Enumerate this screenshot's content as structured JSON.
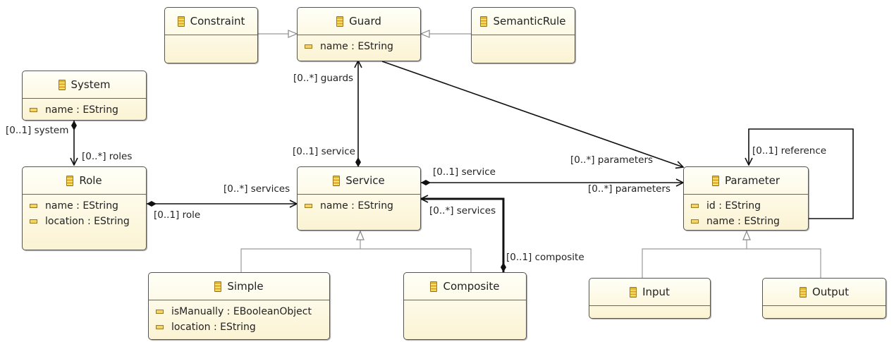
{
  "classes": {
    "constraint": {
      "name": "Constraint",
      "attributes": []
    },
    "guard": {
      "name": "Guard",
      "attributes": [
        "name : EString"
      ]
    },
    "semantic_rule": {
      "name": "SemanticRule",
      "attributes": []
    },
    "system": {
      "name": "System",
      "attributes": [
        "name : EString"
      ]
    },
    "role": {
      "name": "Role",
      "attributes": [
        "name : EString",
        "location : EString"
      ]
    },
    "service": {
      "name": "Service",
      "attributes": [
        "name : EString"
      ]
    },
    "parameter": {
      "name": "Parameter",
      "attributes": [
        "id : EString",
        "name : EString"
      ]
    },
    "simple": {
      "name": "Simple",
      "attributes": [
        "isManually : EBooleanObject",
        "location : EString"
      ]
    },
    "composite": {
      "name": "Composite",
      "attributes": []
    },
    "input": {
      "name": "Input",
      "attributes": []
    },
    "output": {
      "name": "Output",
      "attributes": []
    }
  },
  "labels": {
    "guards": "[0..*] guards",
    "guard_service": "[0..1] service",
    "system": "[0..1] system",
    "roles": "[0..*] roles",
    "role_services": "[0..*] services",
    "role": "[0..1] role",
    "service_service": "[0..1] service",
    "service_parameters": "[0..*] parameters",
    "guard_parameters": "[0..*] parameters",
    "reference": "[0..1] reference",
    "composite_services": "[0..*] services",
    "composite": "[0..1] composite"
  }
}
